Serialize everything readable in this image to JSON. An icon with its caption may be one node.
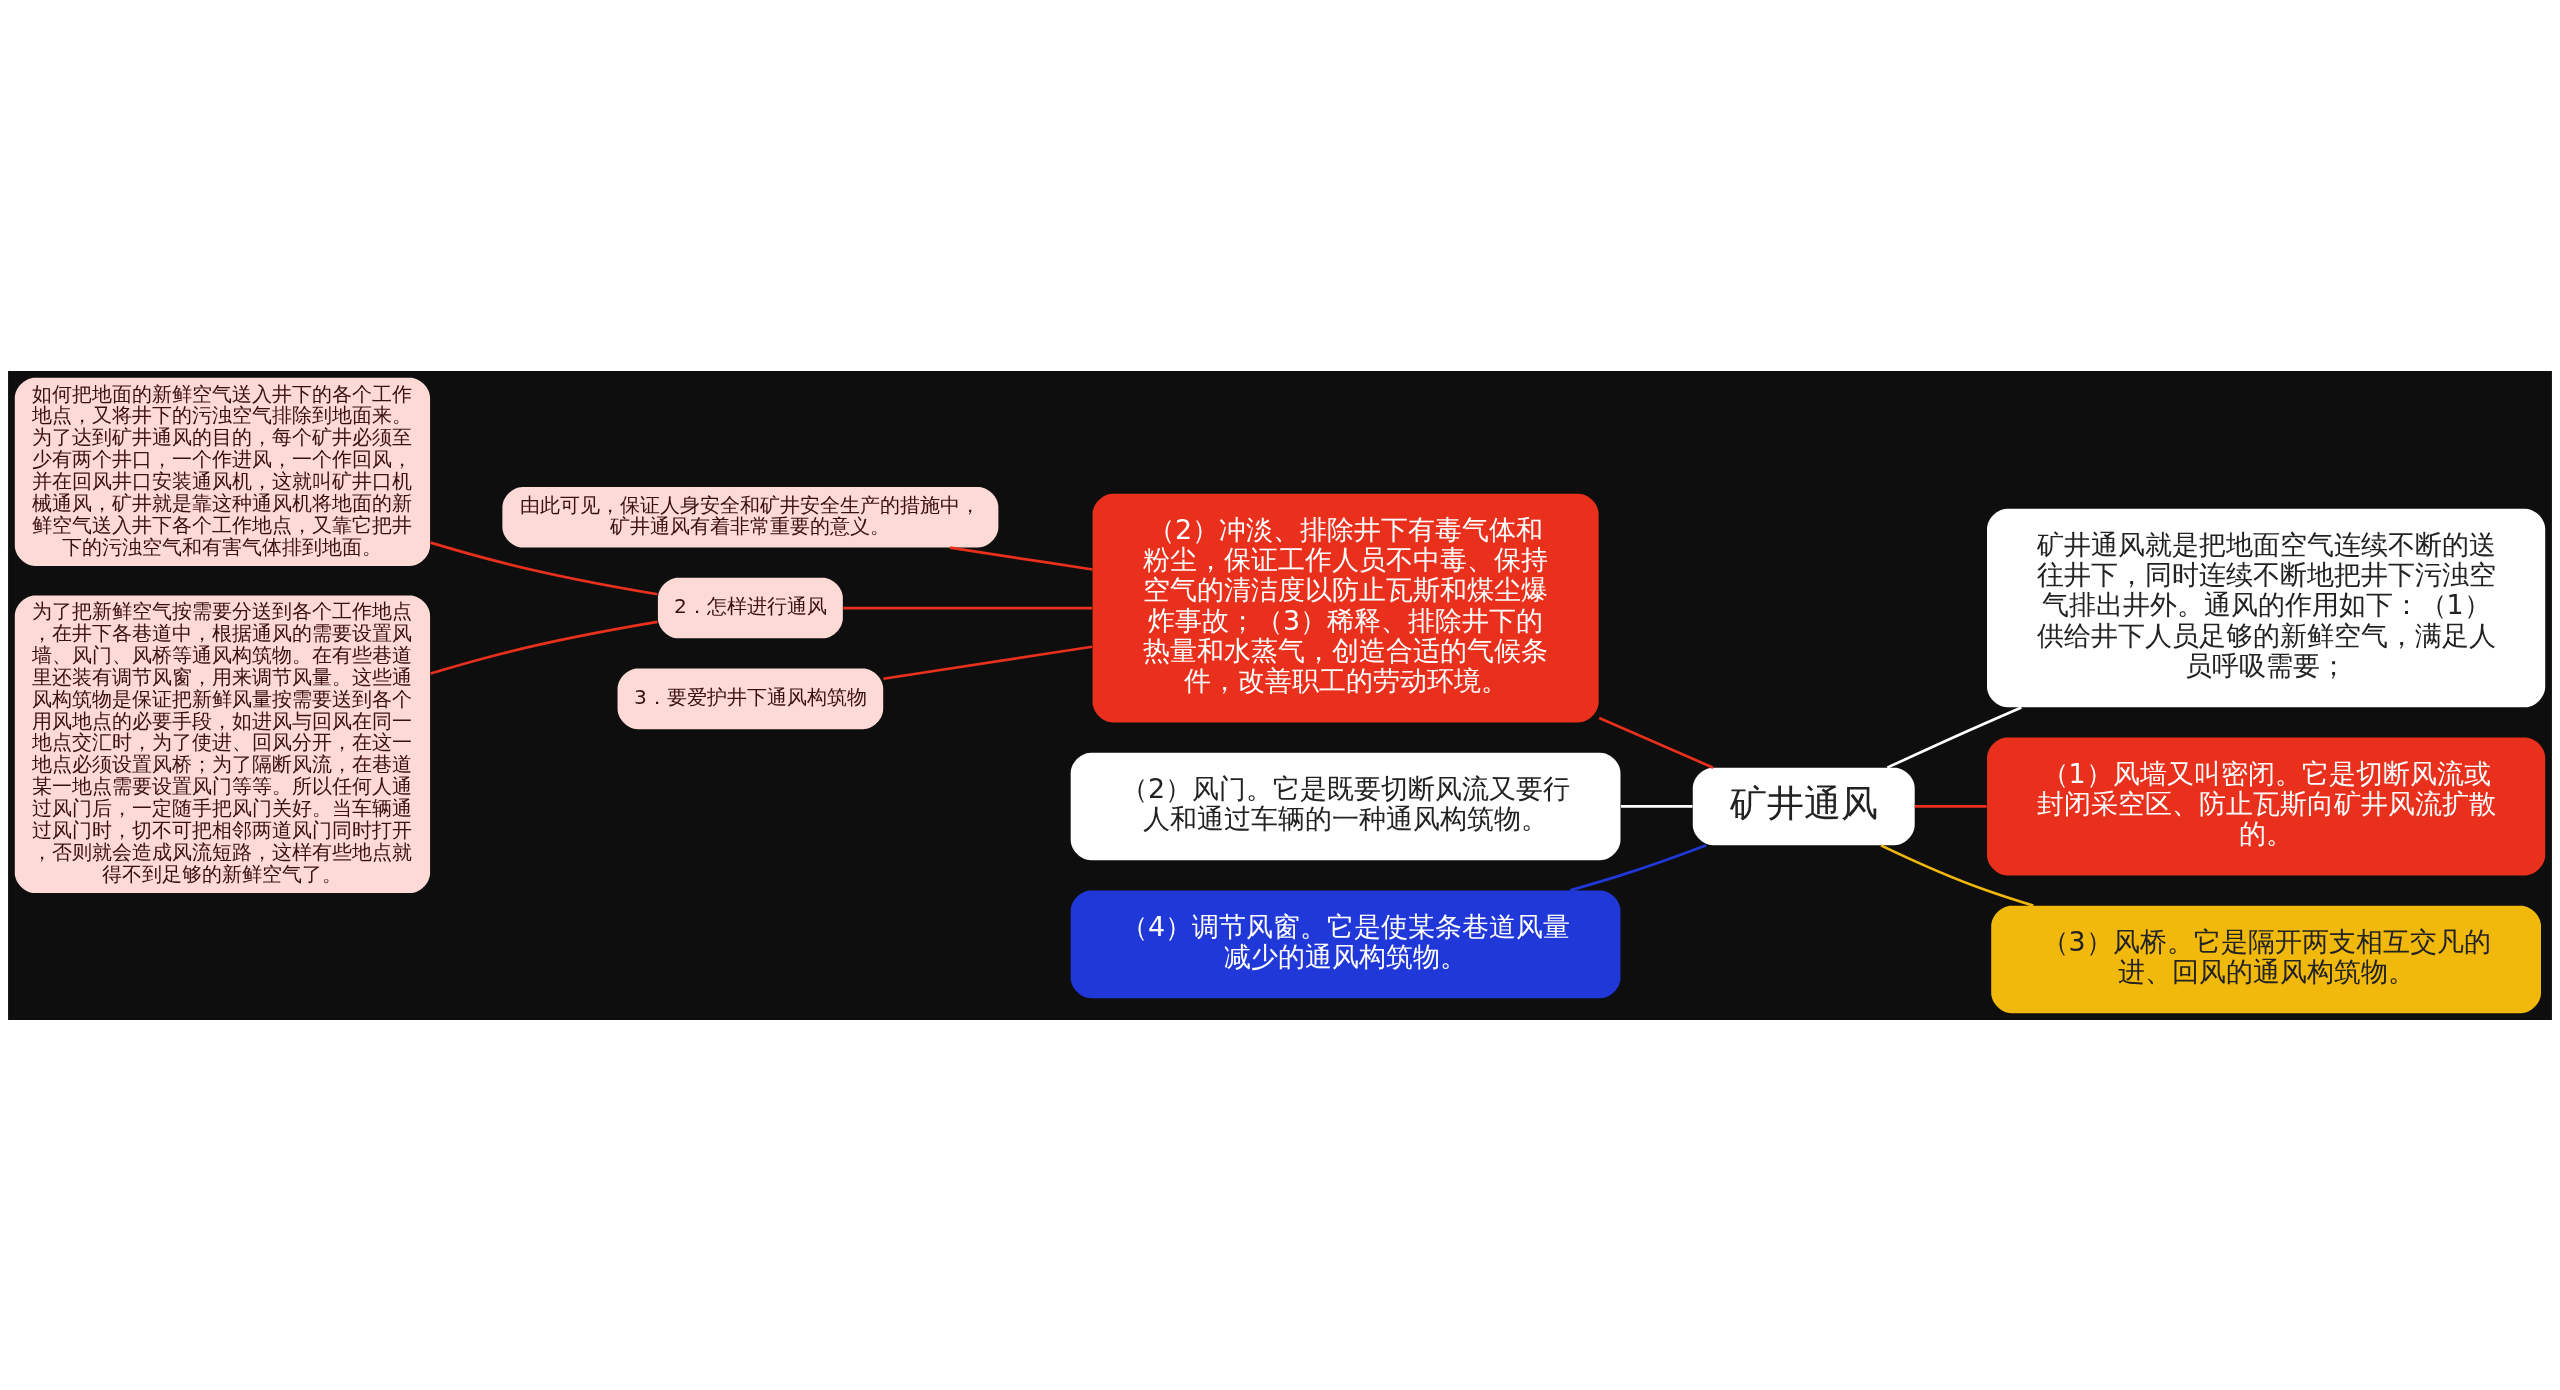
{
  "diagram": {
    "nodes": [
      {
        "text": [
          "矿井通风"
        ]
      },
      {
        "text": [
          "矿井通风就是把地面空气连续不断的送往井下，同时连续不断地把井下污浊空气排出井外。通风的作用如下：（1）供给井下人员足够的新鲜空气，满足人员呼吸需要；"
        ]
      },
      {
        "text": [
          "（1）风墙又叫密闭。它是切断风流或封闭采空区、防止瓦斯向矿井风流扩散的。"
        ]
      },
      {
        "text": [
          "（3）风桥。它是隔开两支相互交凡的进、回风的通风构筑物。"
        ]
      },
      {
        "text": [
          "（2）冲淡、排除井下有毒气体和粉尘，保证工作人员不中毒、保持空气的清洁度以防止瓦斯和煤尘爆炸事故；（3）稀释、排除井下的热量和水蒸气，创造合适的气候条件，改善职工的劳动环境。"
        ]
      },
      {
        "text": [
          "（2）风门。它是既要切断风流又要行人和通过车辆的一种通风构筑物。"
        ]
      },
      {
        "text": [
          "（4）调节风窗。它是使某条巷道风量减少的通风构筑物。"
        ]
      },
      {
        "text": [
          "由此可见，保证人身安全和矿井安全生产的措施中，矿井通风有着非常重要的意义。"
        ]
      },
      {
        "text": [
          "2．怎样进行通风"
        ]
      },
      {
        "text": [
          "如何把地面的新鲜空气送入井下的各个工作地点，又将井下的污浊空气排除到地面来。为了达到矿井通风的目的，每个矿井必须至少有两个井口，一个作进风，一个作回风，并在回风井口安装通风机，这就叫矿井口机械通风，矿井就是靠这种通风机将地面的新鲜空气送入井下各个工作地点，又靠它把井下的污浊空气和有害气体排到地面。"
        ]
      },
      {
        "text": [
          "为了把新鲜空气按需要分送到各个工作地点，在井下各巷道中，根据通风的需要设置风墙、风门、风桥等通风构筑物。在有些巷道里还装有调节风窗，用来调节风量。这些通风构筑物是保证把新鲜风量按需要送到各个用风地点的必要手段，如进风与回风在同一地点交汇时，为了使进、回风分开，在这一地点必须设置风桥；为了隔断风流，在巷道某一地点需要设置风门等等。所以任何人通过风门后，一定随手把风门关好。当车辆通过风门时，切不可把相邻两道风门同时打开，否则就会造成风流短路，这样有些地点就得不到足够的新鲜空气了。"
        ]
      },
      {
        "text": [
          "3．要爱护井下通风构筑物"
        ]
      }
    ],
    "edges": [
      {
        "from": 0,
        "to": 1,
        "arrow": "none",
        "color": "#ffffff"
      },
      {
        "from": 0,
        "to": 2,
        "arrow": "none"
      },
      {
        "from": 0,
        "to": 3,
        "arrow": "none",
        "color": "#f0b90b"
      },
      {
        "from": 0,
        "to": 4,
        "arrow": "none"
      },
      {
        "from": 0,
        "to": 5,
        "arrow": "none",
        "color": "#ffffff"
      },
      {
        "from": 0,
        "to": 6,
        "arrow": "none",
        "color": "#2038d8"
      },
      {
        "from": 4,
        "to": 7,
        "arrow": "none"
      },
      {
        "from": 4,
        "to": 8,
        "arrow": "none"
      },
      {
        "from": 8,
        "to": 9,
        "arrow": "none"
      },
      {
        "from": 8,
        "to": 10,
        "arrow": "none"
      },
      {
        "from": 4,
        "to": 11,
        "arrow": "none"
      }
    ]
  }
}
